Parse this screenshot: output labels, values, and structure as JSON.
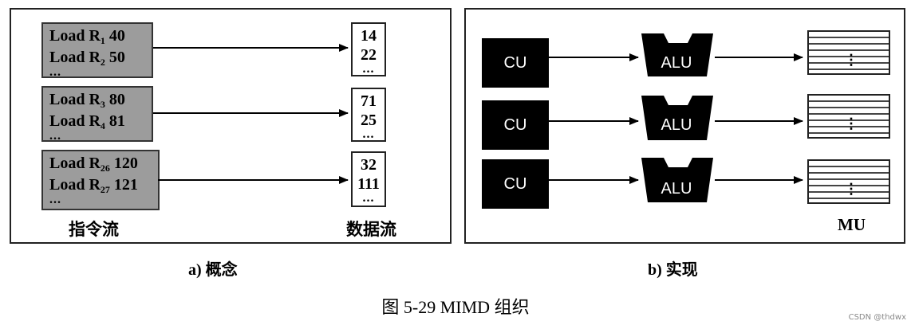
{
  "panel_a": {
    "instruction_groups": [
      {
        "lines": [
          {
            "text": "Load R",
            "sub": "1",
            "value": " 40"
          },
          {
            "text": "Load R",
            "sub": "2",
            "value": " 50"
          }
        ],
        "ellipsis": "..."
      },
      {
        "lines": [
          {
            "text": "Load R",
            "sub": "3",
            "value": " 80"
          },
          {
            "text": "Load R",
            "sub": "4",
            "value": " 81"
          }
        ],
        "ellipsis": "..."
      },
      {
        "lines": [
          {
            "text": "Load R",
            "sub": "26",
            "value": " 120"
          },
          {
            "text": "Load R",
            "sub": "27",
            "value": " 121"
          }
        ],
        "ellipsis": "..."
      }
    ],
    "data_groups": [
      {
        "values": [
          "14",
          "22"
        ],
        "ellipsis": "..."
      },
      {
        "values": [
          "71",
          "25"
        ],
        "ellipsis": "..."
      },
      {
        "values": [
          "32",
          "111"
        ],
        "ellipsis": "..."
      }
    ],
    "instruction_stream_label": "指令流",
    "data_stream_label": "数据流",
    "caption": "a) 概念"
  },
  "panel_b": {
    "rows": [
      {
        "cu": "CU",
        "alu": "ALU",
        "mu_dots": "⋮"
      },
      {
        "cu": "CU",
        "alu": "ALU",
        "mu_dots": "⋮"
      },
      {
        "cu": "CU",
        "alu": "ALU",
        "mu_dots": "⋮"
      }
    ],
    "mu_label": "MU",
    "caption": "b) 实现"
  },
  "figure_caption": "图 5-29    MIMD 组织",
  "watermark": "CSDN @thdwx"
}
